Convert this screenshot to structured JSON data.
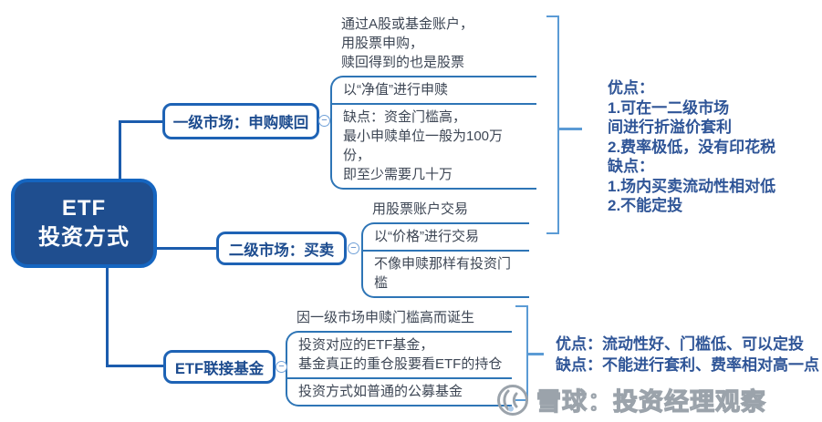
{
  "colors": {
    "root_fill": "#1F4E8F",
    "root_border": "#1565C0",
    "edge_line": "#1B5CAD",
    "branch_border": "#1E63B5",
    "branch_text": "#1D4C8F",
    "item_separator": "#2E75B6",
    "item_text": "#3D4654",
    "bracket": "#5B9BD5",
    "note_text": "#2F5597"
  },
  "root": {
    "title_line1": "ETF",
    "title_line2": "投资方式"
  },
  "toggle_glyph": "−",
  "branches": [
    {
      "label": "一级市场：申购赎回",
      "items": [
        {
          "lines": [
            "通过A股或基金账户，",
            "用股票申购，",
            "赎回得到的也是股票"
          ]
        },
        {
          "lines": [
            "以“净值”进行申赎"
          ]
        },
        {
          "lines": [
            "缺点：资金门槛高，",
            "最小申赎单位一般为100万份，",
            "即至少需要几十万"
          ]
        }
      ]
    },
    {
      "label": "二级市场：买卖",
      "items": [
        {
          "lines": [
            "用股票账户交易"
          ]
        },
        {
          "lines": [
            "以“价格”进行交易"
          ]
        },
        {
          "lines": [
            "不像申赎那样有投资门槛"
          ]
        }
      ]
    },
    {
      "label": "ETF联接基金",
      "items": [
        {
          "lines": [
            "因一级市场申赎门槛高而诞生"
          ]
        },
        {
          "lines": [
            "投资对应的ETF基金，",
            "基金真正的重仓股要看ETF的持仓"
          ]
        },
        {
          "lines": [
            "投资方式如普通的公募基金"
          ]
        }
      ]
    }
  ],
  "notes": [
    {
      "lines": [
        "优点：",
        "1.可在一二级市场",
        "间进行折溢价套利",
        "2.费率极低，没有印花税",
        "缺点：",
        "1.场内买卖流动性相对低",
        "2.不能定投"
      ]
    },
    {
      "lines": [
        "优点：流动性好、门槛低、可以定投",
        "缺点：不能进行套利、费率相对高一点"
      ]
    }
  ],
  "watermark": {
    "logo": "snowball-icon",
    "text": "雪球：投资经理观察"
  }
}
